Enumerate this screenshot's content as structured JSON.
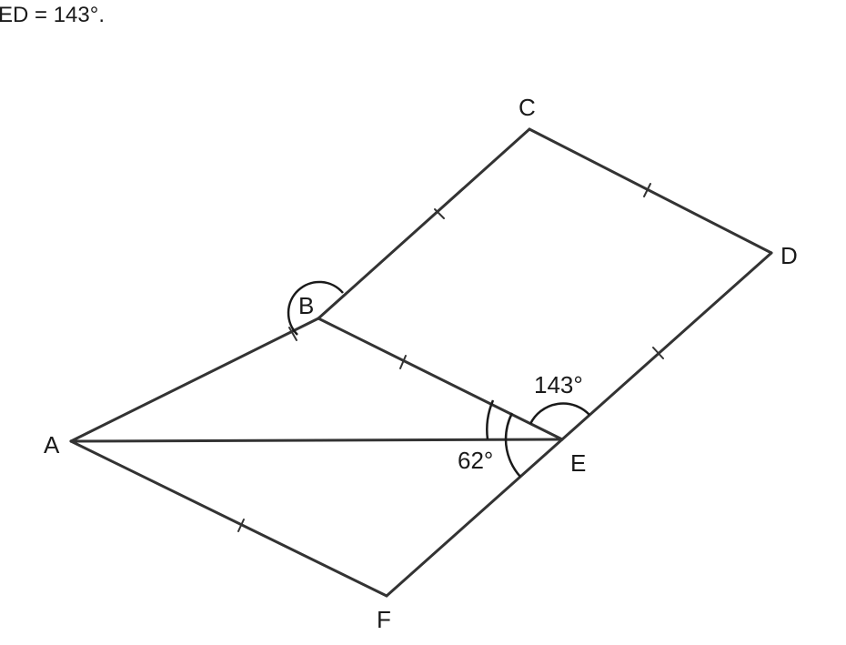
{
  "header": {
    "text": "ED = 143°."
  },
  "points": {
    "A": "A",
    "B": "B",
    "C": "C",
    "D": "D",
    "E": "E",
    "F": "F"
  },
  "angles": {
    "BED": "143°",
    "AEF": "62°"
  }
}
